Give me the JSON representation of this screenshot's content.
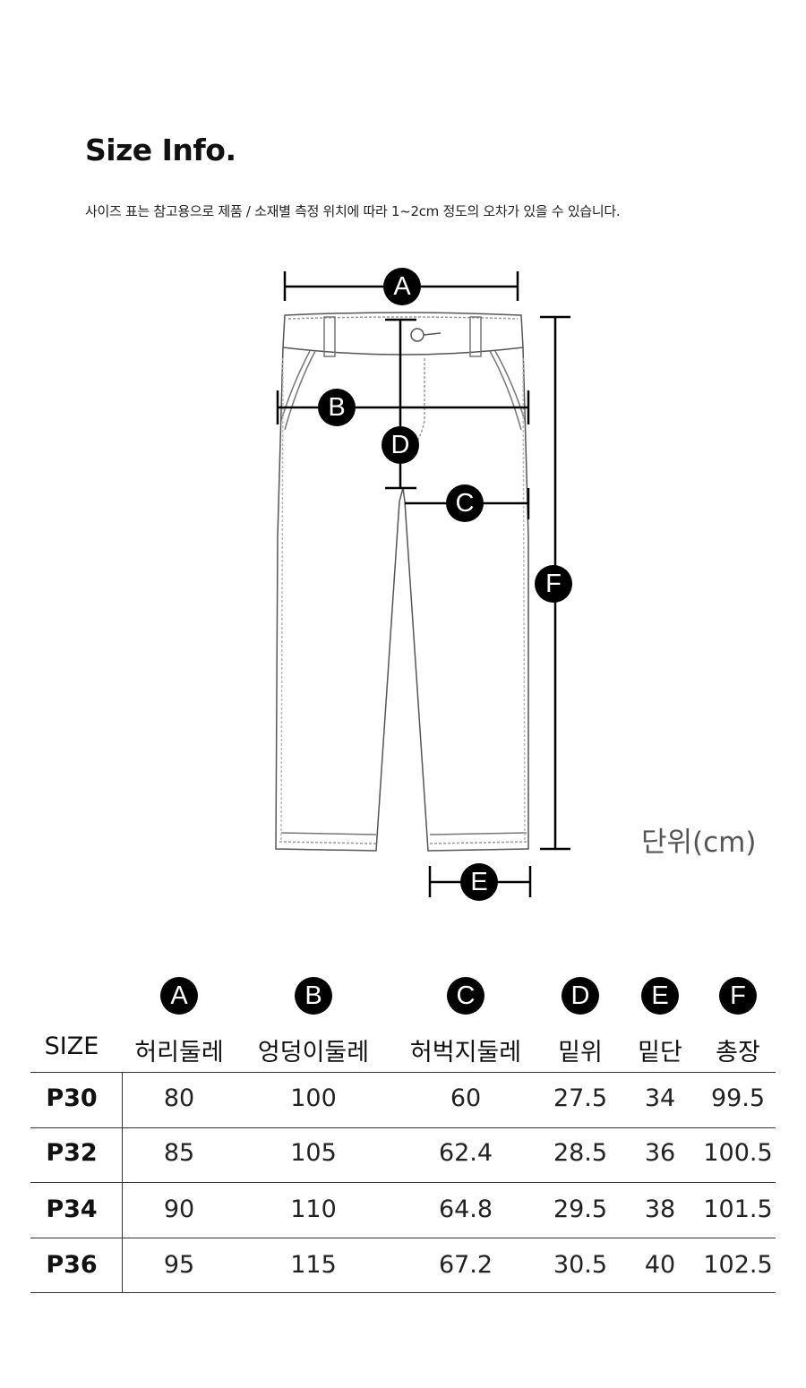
{
  "title": "Size Info.",
  "note": "사이즈 표는 참고용으로 제품 / 소재별 측정 위치에 따라 1~2cm 정도의 오차가 있을 수 있습니다.",
  "unit_label": "단위(cm)",
  "diagram_labels": {
    "A": "A",
    "B": "B",
    "C": "C",
    "D": "D",
    "E": "E",
    "F": "F"
  },
  "table": {
    "size_header": "SIZE",
    "columns": [
      {
        "letter": "A",
        "label": "허리둘레"
      },
      {
        "letter": "B",
        "label": "엉덩이둘레"
      },
      {
        "letter": "C",
        "label": "허벅지둘레"
      },
      {
        "letter": "D",
        "label": "밑위"
      },
      {
        "letter": "E",
        "label": "밑단"
      },
      {
        "letter": "F",
        "label": "총장"
      }
    ],
    "rows": [
      {
        "size": "P30",
        "values": [
          "80",
          "100",
          "60",
          "27.5",
          "34",
          "99.5"
        ]
      },
      {
        "size": "P32",
        "values": [
          "85",
          "105",
          "62.4",
          "28.5",
          "36",
          "100.5"
        ]
      },
      {
        "size": "P34",
        "values": [
          "90",
          "110",
          "64.8",
          "29.5",
          "38",
          "101.5"
        ]
      },
      {
        "size": "P36",
        "values": [
          "95",
          "115",
          "67.2",
          "30.5",
          "40",
          "102.5"
        ]
      }
    ]
  }
}
